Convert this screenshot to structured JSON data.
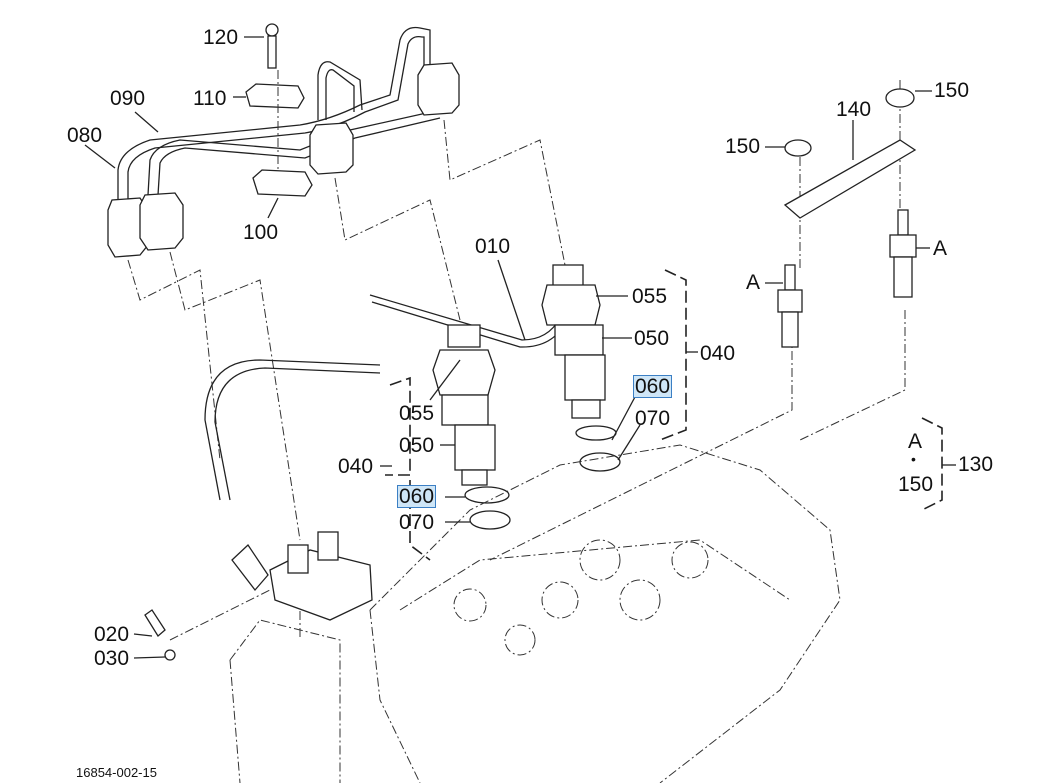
{
  "diagram": {
    "type": "exploded-parts-diagram",
    "reference_code": "16854-002-15",
    "highlight_color": "#cfe6f7",
    "labels": {
      "l120": "120",
      "l110": "110",
      "l090": "090",
      "l080": "080",
      "l100": "100",
      "l010": "010",
      "l055a": "055",
      "l050a": "050",
      "l040a": "040",
      "l060a": "060",
      "l070a": "070",
      "l055b": "055",
      "l050b": "050",
      "l040b": "040",
      "l060b": "060",
      "l070b": "070",
      "l020": "020",
      "l030": "030",
      "l150a": "150",
      "l150b": "150",
      "l140": "140",
      "lA1": "A",
      "lA2": "A",
      "lA3": "A",
      "ldot": "•",
      "l150c": "150",
      "l130": "130"
    },
    "highlighted_parts": [
      "060"
    ]
  }
}
